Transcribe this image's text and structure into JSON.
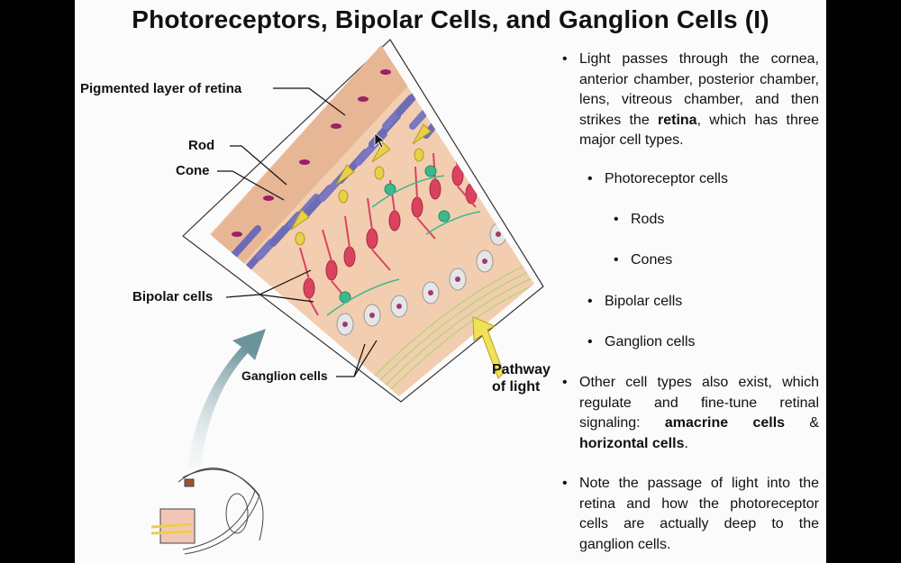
{
  "title": "Photoreceptors, Bipolar Cells, and Ganglion Cells (I)",
  "figure": {
    "labels": {
      "pigmented": "Pigmented layer of retina",
      "rod": "Rod",
      "cone": "Cone",
      "bipolar": "Bipolar cells",
      "ganglion": "Ganglion cells",
      "pathway_line1": "Pathway",
      "pathway_line2": "of light"
    }
  },
  "bullets": {
    "b1": "Light passes through the cornea, anterior chamber, posterior chamber, lens, vitreous chamber, and then strikes the",
    "b1_bold": "retina",
    "b1_end": ", which has three major cell types.",
    "sub1": "Photoreceptor cells",
    "sub1a": "Rods",
    "sub1b": "Cones",
    "sub2": "Bipolar cells",
    "sub3": "Ganglion cells",
    "b2": "Other cell types also exist, which regulate and fine-tune retinal signaling:",
    "b2_bold1": "amacrine cells",
    "b2_amp": " &",
    "b2_bold2": "horizontal cells",
    "b2_end": ".",
    "b3": "Note the passage of light into the retina and how the photoreceptor cells are actually deep to the ganglion cells."
  },
  "colors": {
    "rod": "#6e6bb6",
    "cone": "#e8d04a",
    "bipolar": "#d9435e",
    "ganglion": "#e6e6e6",
    "tissue": "#f3cdb0",
    "amacrine": "#3db88c",
    "arrow_light": "#f0e257"
  },
  "icons": {
    "cursor": "arrow-cursor-icon",
    "bullet": "•"
  }
}
